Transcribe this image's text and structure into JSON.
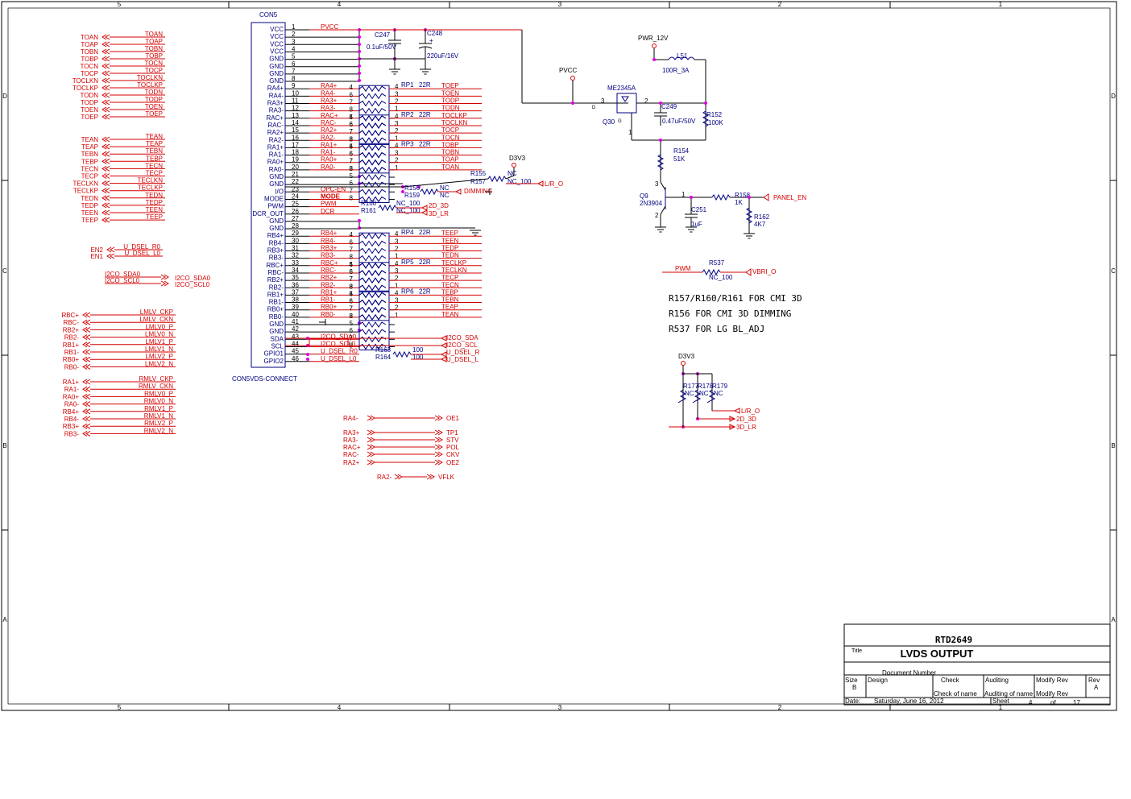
{
  "frame": {
    "col_numbers": [
      "5",
      "4",
      "3",
      "2",
      "1"
    ],
    "row_letters": [
      "D",
      "C",
      "B",
      "A"
    ]
  },
  "title_block": {
    "company": "RTD2649",
    "title_label": "Title",
    "title": "LVDS OUTPUT",
    "doc_number_label": "Document Number",
    "size_label": "Size",
    "size": "B",
    "design_label": "Design",
    "check_label": "Check",
    "auditing_label": "Auditing",
    "modify_rev_label": "Modify Rev",
    "rev_label": "Rev",
    "rev": "A",
    "check_of_name": "Check  of  name",
    "auditing_of_name": "Auditing of name",
    "modify_rev2": "Modify Rev",
    "date_label": "Date:",
    "date": "Saturday, June 16, 2012",
    "sheet_label": "Sheet",
    "sheet": "4",
    "of_label": "of",
    "total": "17"
  },
  "left_group_a": {
    "ports": [
      "TOAN",
      "TOAP",
      "TOBN",
      "TOBP",
      "TOCN",
      "TOCP",
      "TOCLKN",
      "TOCLKP",
      "TODN",
      "TODP",
      "TOEN",
      "TOEP"
    ],
    "nets": [
      "TOAN",
      "TOAP",
      "TOBN",
      "TOBP",
      "TOCN",
      "TOCP",
      "TOCLKN",
      "TOCLKP",
      "TODN",
      "TODP",
      "TOEN",
      "TOEP"
    ]
  },
  "left_group_b": {
    "ports": [
      "TEAN",
      "TEAP",
      "TEBN",
      "TEBP",
      "TECN",
      "TECP",
      "TECLKN",
      "TECLKP",
      "TEDN",
      "TEDP",
      "TEEN",
      "TEEP"
    ],
    "nets": [
      "TEAN",
      "TEAP",
      "TEBN",
      "TEBP",
      "TECN",
      "TECP",
      "TECLKN",
      "TECLKP",
      "TEDN",
      "TEDP",
      "TEEN",
      "TEEP"
    ]
  },
  "dsel": {
    "ports": [
      "EN2",
      "EN1"
    ],
    "nets": [
      "U_DSEL_R0",
      "U_DSEL_L0"
    ]
  },
  "i2c": {
    "nets": [
      "I2CO_SDA0",
      "I2CO_SCL0"
    ],
    "ports": [
      "I2CO_SDA0",
      "I2CO_SCL0"
    ]
  },
  "lvds_a": {
    "ports": [
      "RBC+",
      "RBC-",
      "RB2+",
      "RB2-",
      "RB1+",
      "RB1-",
      "RB0+",
      "RB0-"
    ],
    "nets": [
      "LMLV_CKP",
      "LMLV_CKN",
      "LMLV0_P",
      "LMLV0_N",
      "LMLV1_P",
      "LMLV1_N",
      "LMLV2_P",
      "LMLV2_N"
    ]
  },
  "lvds_b": {
    "ports": [
      "RA1+",
      "RA1-",
      "RA0+",
      "RA0-",
      "RB4+",
      "RB4-",
      "RB3+",
      "RB3-"
    ],
    "nets": [
      "RMLV_CKP",
      "RMLV_CKN",
      "RMLV0_P",
      "RMLV0_N",
      "RMLV1_P",
      "RMLV1_N",
      "RMLV2_P",
      "RMLV2_N"
    ]
  },
  "connector": {
    "ref": "CON5",
    "name": "CON5VDS-CONNECT",
    "pins": [
      {
        "n": "1",
        "name": "VCC"
      },
      {
        "n": "2",
        "name": "VCC"
      },
      {
        "n": "3",
        "name": "VCC"
      },
      {
        "n": "4",
        "name": "VCC"
      },
      {
        "n": "5",
        "name": "GND"
      },
      {
        "n": "6",
        "name": "GND"
      },
      {
        "n": "7",
        "name": "GND"
      },
      {
        "n": "8",
        "name": "GND"
      },
      {
        "n": "9",
        "name": "RA4+"
      },
      {
        "n": "10",
        "name": "RA4-"
      },
      {
        "n": "11",
        "name": "RA3+"
      },
      {
        "n": "12",
        "name": "RA3-"
      },
      {
        "n": "13",
        "name": "RAC+"
      },
      {
        "n": "14",
        "name": "RAC-"
      },
      {
        "n": "15",
        "name": "RA2+"
      },
      {
        "n": "16",
        "name": "RA2-"
      },
      {
        "n": "17",
        "name": "RA1+"
      },
      {
        "n": "18",
        "name": "RA1-"
      },
      {
        "n": "19",
        "name": "RA0+"
      },
      {
        "n": "20",
        "name": "RA0-"
      },
      {
        "n": "21",
        "name": "GND"
      },
      {
        "n": "22",
        "name": "GND"
      },
      {
        "n": "23",
        "name": "I/O"
      },
      {
        "n": "24",
        "name": "MODE"
      },
      {
        "n": "25",
        "name": "PWM"
      },
      {
        "n": "26",
        "name": "DCR_OUT"
      },
      {
        "n": "27",
        "name": "GND"
      },
      {
        "n": "28",
        "name": "GND"
      },
      {
        "n": "29",
        "name": "RB4+"
      },
      {
        "n": "30",
        "name": "RB4-"
      },
      {
        "n": "31",
        "name": "RB3+"
      },
      {
        "n": "32",
        "name": "RB3-"
      },
      {
        "n": "33",
        "name": "RBC+"
      },
      {
        "n": "34",
        "name": "RBC-"
      },
      {
        "n": "35",
        "name": "RB2+"
      },
      {
        "n": "36",
        "name": "RB2-"
      },
      {
        "n": "37",
        "name": "RB1+"
      },
      {
        "n": "38",
        "name": "RB1-"
      },
      {
        "n": "39",
        "name": "RB0+"
      },
      {
        "n": "40",
        "name": "RB0-"
      },
      {
        "n": "41",
        "name": "GND"
      },
      {
        "n": "42",
        "name": "GND"
      },
      {
        "n": "43",
        "name": "SDA"
      },
      {
        "n": "44",
        "name": "SCL"
      },
      {
        "n": "45",
        "name": "GPIO1"
      },
      {
        "n": "46",
        "name": "GPIO2"
      }
    ],
    "nets": [
      "PVCC",
      "",
      "",
      "",
      "",
      "",
      "",
      "",
      "RA4+",
      "RA4-",
      "RA3+",
      "RA3-",
      "RAC+",
      "RAC-",
      "RA2+",
      "RA2-",
      "RA1+",
      "RA1-",
      "RA0+",
      "RA0-",
      "",
      "",
      "OPC-EN",
      "MODE",
      "PWM",
      "DCR",
      "",
      "",
      "RB4+",
      "RB4-",
      "RB3+",
      "RB3-",
      "RBC+",
      "RBC-",
      "RB2+",
      "RB2-",
      "RB1+",
      "RB1-",
      "RB0+",
      "RB0-",
      "",
      "",
      "I2CO_SDA0",
      "I2CO_SCL0",
      "U_DSEL_R0",
      "U_DSEL_L0"
    ]
  },
  "rpacks": [
    {
      "ref": "RP1",
      "val": "22R",
      "outs": [
        "TOEP",
        "TOEN",
        "TODP",
        "TODN"
      ]
    },
    {
      "ref": "RP2",
      "val": "22R",
      "outs": [
        "TOCLKP",
        "TOCLKN",
        "TOCP",
        "TOCN"
      ]
    },
    {
      "ref": "RP3",
      "val": "22R",
      "outs": [
        "TOBP",
        "TOBN",
        "TOAP",
        "TOAN"
      ]
    },
    {
      "ref": "RP4",
      "val": "22R",
      "outs": [
        "TEEP",
        "TEEN",
        "TEDP",
        "TEDN"
      ]
    },
    {
      "ref": "RP5",
      "val": "22R",
      "outs": [
        "TECLKP",
        "TECLKN",
        "TECP",
        "TECN"
      ]
    },
    {
      "ref": "RP6",
      "val": "22R",
      "outs": [
        "TEBP",
        "TEBN",
        "TEAP",
        "TEAN"
      ]
    }
  ],
  "rp_pin_nums": [
    "4",
    "6",
    "7",
    "8",
    "5",
    "6",
    "7",
    "8"
  ],
  "rp_pin_nums_r": [
    "4",
    "3",
    "2",
    "1",
    "4",
    "3",
    "2",
    "1"
  ],
  "caps": {
    "c247": {
      "ref": "C247",
      "val": "0.1uF/50V"
    },
    "c248": {
      "ref": "C248",
      "val": "220uF/16V",
      "plus": "+"
    }
  },
  "misc": {
    "d3v3_a": "D3V3",
    "r155": "R155",
    "r155v": "NC",
    "r157": "R157",
    "r157v": "NC_100",
    "lr_o": "L/R_O",
    "r156": "R156",
    "r156v": "NC",
    "r159": "R159",
    "r159v": "NC",
    "dimming": "DIMMING",
    "r160": "R160",
    "r160v": "NC_100",
    "r161": "R161",
    "r161v": "NC_100",
    "d2d": "2D_3D",
    "d3lr": "3D_LR",
    "r163": "R163",
    "r163v": "100",
    "r164": "R164",
    "r164v": "100",
    "i2c_out_sda": "I2CO_SDA",
    "i2c_out_scl": "I2CO_SCL",
    "u_dsel_r": "U_DSEL_R",
    "u_dsel_l": "U_DSEL_L",
    "pvcc": "PVCC",
    "pwr12": "PWR_12V",
    "l51": "L51",
    "l51v": "100R_3A",
    "q30": "ME2345A",
    "q30ref": "Q30",
    "q30_d": "D",
    "q30_g": "G",
    "pin3": "3",
    "pin2": "2",
    "pin1": "1",
    "c249": "C249",
    "c249v": "0.47uF/50V",
    "r152": "R152",
    "r152v": "100K",
    "r154": "R154",
    "r154v": "51K",
    "q9": "Q9",
    "q9v": "2N3904",
    "c251": "C251",
    "c251v": "1uF",
    "r158": "R158",
    "r158v": "1K",
    "panel_en": "PANEL_EN",
    "r162": "R162",
    "r162v": "4K7",
    "pwm": "PWM",
    "r537": "R537",
    "r537v": "NC_100",
    "vbri": "VBRI_O",
    "d3v3_b": "D3V3",
    "r177": "R177",
    "r178": "R178",
    "r179": "R179",
    "nc": "NC",
    "lr_o2": "L/R_O",
    "d2d2": "2D_3D",
    "d3lr2": "3D_LR"
  },
  "notes": [
    "R157/R160/R161 FOR CMI 3D",
    "R156 FOR CMI 3D DIMMING",
    "R537 FOR LG BL_ADJ"
  ],
  "timing_map": [
    {
      "from": "RA4-",
      "to": "OE1"
    },
    {
      "from": "RA3+",
      "to": "TP1"
    },
    {
      "from": "RA3-",
      "to": "STV"
    },
    {
      "from": "RAC+",
      "to": "POL"
    },
    {
      "from": "RAC-",
      "to": "CKV"
    },
    {
      "from": "RA2+",
      "to": "OE2"
    },
    {
      "from": "RA2-",
      "to": "VFLK"
    }
  ]
}
